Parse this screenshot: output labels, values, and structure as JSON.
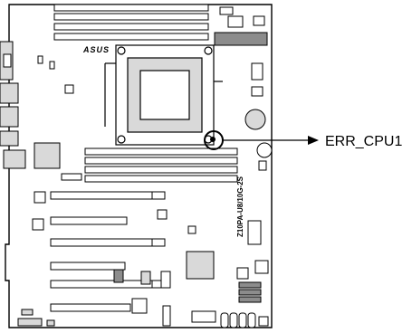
{
  "diagram": {
    "callout_label": "ERR_CPU1",
    "brand_mark": "ASUS",
    "model_label": "Z10PA-U8/10G-2S"
  },
  "colors": {
    "line": "#000000",
    "fill_gray": "#d9d9d9",
    "fill_dark": "#8c8c8c",
    "background": "#ffffff"
  }
}
